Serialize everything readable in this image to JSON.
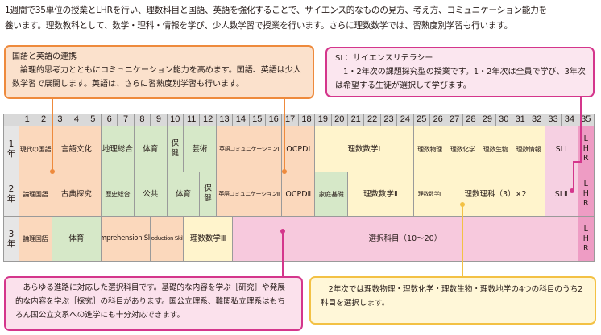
{
  "intro": {
    "line1": "1週間で35単位の授業とLHRを行い、理数科目と国語、英語を強化することで、サイエンス的なものの見方、考え方、コミュニケーション能力を",
    "line2": "養います。理数教科として、数学・理科・情報を学び、少人数学習で授業を行います。さらに理数数学では、習熟度別学習も行います。"
  },
  "callouts": {
    "language": {
      "title": "国語と英語の連携",
      "body": "論理的思考力とともにコミュニケーション能力を高めます。国語、英語は少人数学習で展開します。英語は、さらに習熟度別学習も行います。"
    },
    "sl": {
      "title": "SL：サイエンスリテラシー",
      "body": "1・2年次の課題探究型の授業です。1・2年次は全員で学び、3年次は希望する生徒が選択して学びます。"
    },
    "electives": {
      "body": "あらゆる進路に対応した選択科目です。基礎的な内容を学ぶ［研究］や発展的な内容を学ぶ［探究］の科目があります。国公立理系、難関私立理系はもちろん国公立文系への進学にも十分対応できます。"
    },
    "science": {
      "body": "2年次では理数物理・理数化学・理数生物・理数地学の4つの科目のうち2科目を選択します。"
    }
  },
  "table": {
    "periods": [
      "1",
      "2",
      "3",
      "4",
      "5",
      "6",
      "7",
      "8",
      "9",
      "10",
      "11",
      "12",
      "13",
      "14",
      "15",
      "16",
      "17",
      "18",
      "19",
      "20",
      "21",
      "22",
      "23",
      "24",
      "25",
      "26",
      "27",
      "28",
      "29",
      "30",
      "31",
      "32",
      "33",
      "34",
      "35"
    ],
    "years": [
      {
        "label": [
          "1",
          "年"
        ],
        "subjects": [
          {
            "name": "現代の国語",
            "span": 2,
            "color": "#fbd8bc",
            "style": "small"
          },
          {
            "name": "言語文化",
            "span": 3,
            "color": "#fbd8bc"
          },
          {
            "name": "地理総合",
            "span": 2,
            "color": "#d6e8c8"
          },
          {
            "name": "体育",
            "span": 2,
            "color": "#d6e8c8"
          },
          {
            "name": [
              "保",
              "健"
            ],
            "span": 1,
            "color": "#d6e8c8",
            "vertical": true
          },
          {
            "name": "芸術",
            "span": 2,
            "color": "#d6e8c8"
          },
          {
            "name": "英語コミュニケーションⅠ",
            "span": 4,
            "color": "#fbd8bc",
            "style": "tiny"
          },
          {
            "name": "OCPDⅠ",
            "span": 2,
            "color": "#fbd8bc"
          },
          {
            "name": "理数数学Ⅰ",
            "span": 6,
            "color": "#fff4cc"
          },
          {
            "name": "理数物理",
            "span": 2,
            "color": "#fff4cc",
            "style": "small"
          },
          {
            "name": "理数化学",
            "span": 2,
            "color": "#fff4cc",
            "style": "small"
          },
          {
            "name": "理数生物",
            "span": 2,
            "color": "#fff4cc",
            "style": "small"
          },
          {
            "name": "理数情報",
            "span": 2,
            "color": "#fff4cc",
            "style": "small"
          },
          {
            "name": "SLⅠ",
            "span": 2,
            "color": "#f6d0e2"
          },
          {
            "name": [
              "L",
              "H",
              "R"
            ],
            "span": 1,
            "color": "#ee9cc4",
            "vertical": true
          }
        ]
      },
      {
        "label": [
          "2",
          "年"
        ],
        "subjects": [
          {
            "name": "論理国語",
            "span": 2,
            "color": "#fbd8bc",
            "style": "small"
          },
          {
            "name": "古典探究",
            "span": 3,
            "color": "#fbd8bc"
          },
          {
            "name": "歴史総合",
            "span": 2,
            "color": "#d6e8c8",
            "style": "small"
          },
          {
            "name": "公共",
            "span": 2,
            "color": "#d6e8c8"
          },
          {
            "name": "体育",
            "span": 2,
            "color": "#d6e8c8"
          },
          {
            "name": [
              "保",
              "健"
            ],
            "span": 1,
            "color": "#d6e8c8",
            "vertical": true
          },
          {
            "name": "英語コミュニケーションⅡ",
            "span": 4,
            "color": "#fbd8bc",
            "style": "tiny"
          },
          {
            "name": "OCPDⅡ",
            "span": 2,
            "color": "#fbd8bc"
          },
          {
            "name": "家庭基礎",
            "span": 2,
            "color": "#d6e8c8",
            "style": "small"
          },
          {
            "name": "理数数学Ⅱ",
            "span": 4,
            "color": "#fff4cc"
          },
          {
            "name": "理数数学Ⅱ",
            "span": 2,
            "color": "#fff4cc",
            "style": "tiny"
          },
          {
            "name": "理数理科（3）×2",
            "span": 6,
            "color": "#fff4cc"
          },
          {
            "name": "SLⅡ",
            "span": 2,
            "color": "#f6d0e2"
          },
          {
            "name": [
              "L",
              "H",
              "R"
            ],
            "span": 1,
            "color": "#ee9cc4",
            "vertical": true
          }
        ]
      },
      {
        "label": [
          "3",
          "年"
        ],
        "subjects": [
          {
            "name": "論理国語",
            "span": 2,
            "color": "#fbd8bc",
            "style": "small"
          },
          {
            "name": "体育",
            "span": 3,
            "color": "#d6e8c8"
          },
          {
            "name": "Comprehension Skills",
            "span": 3,
            "color": "#fbd8bc",
            "style": "cs"
          },
          {
            "name": "Production Skills",
            "span": 2,
            "color": "#fbd8bc",
            "style": "tiny"
          },
          {
            "name": "理数数学Ⅲ",
            "span": 3,
            "color": "#fff4cc"
          },
          {
            "name": "選択科目（10〜20）",
            "span": 21,
            "color": "#f7c9dd"
          },
          {
            "name": [
              "L",
              "H",
              "R"
            ],
            "span": 1,
            "color": "#ee9cc4",
            "vertical": true
          }
        ]
      }
    ]
  },
  "colors": {
    "language_accent": "#ee8a3c",
    "elective_accent": "#d4368c",
    "science_accent": "#f3c144"
  }
}
